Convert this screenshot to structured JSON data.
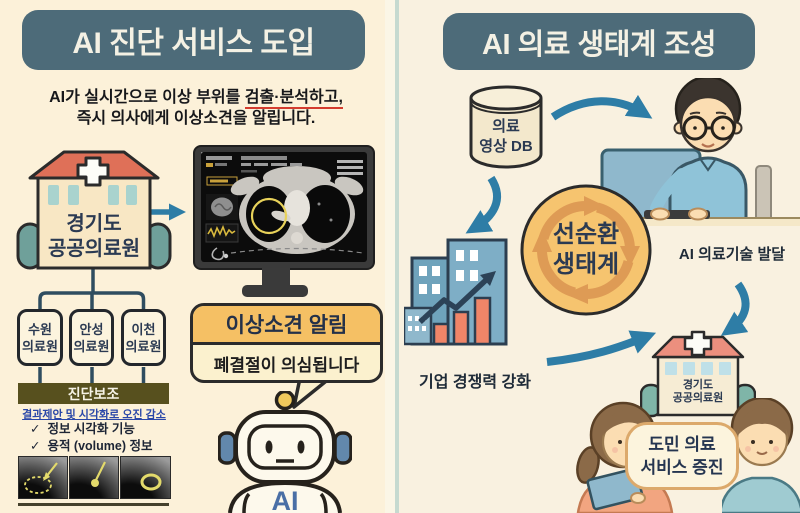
{
  "left_panel": {
    "title": "AI 진단 서비스 도입",
    "subtitle": {
      "line1_normal": "AI가 실시간으로 이상 부위를 ",
      "line1_underlined": "검출·분석하고,",
      "line2": "즉시 의사에게 이상소견을 알립니다."
    },
    "hospital": {
      "line1": "경기도",
      "line2": "공공의료원"
    },
    "branch_hospitals": [
      {
        "line1": "수원",
        "line2": "의료원"
      },
      {
        "line1": "안성",
        "line2": "의료원"
      },
      {
        "line1": "이천",
        "line2": "의료원"
      }
    ],
    "diagnosis_support": {
      "header": "진단보조",
      "benefit": "결과제안 및 시각화로 오진 감소",
      "checkmark": "✓",
      "features": [
        "정보 시각화 기능",
        "용적 (volume) 정보"
      ]
    },
    "alert_bubble": {
      "title": "이상소견 알림",
      "message": "폐결절이 의심됩니다"
    },
    "robot_label": "AI"
  },
  "right_panel": {
    "title": "AI 의료 생태계 조성",
    "database": {
      "line1": "의료",
      "line2": "영상 DB"
    },
    "cycle": {
      "line1": "선순환",
      "line2": "생태계"
    },
    "tech_label": "AI 의료기술 발달",
    "company_label": "기업 경쟁력 강화",
    "hospital": {
      "line1": "경기도",
      "line2": "공공의료원"
    },
    "service_label": {
      "line1": "도민 의료",
      "line2": "서비스 증진"
    }
  },
  "colors": {
    "left_bg": "#FCF1D9",
    "right_bg": "#F9F1E0",
    "title_badge_bg": "#4D6B79",
    "title_badge_text": "#F4F1E4",
    "arrow_blue": "#2E7DA6",
    "roof_coral": "#DF7058",
    "roof_pink": "#EC8F7E",
    "bush_teal": "#6FA09A",
    "navy_text": "#2B3A52",
    "olive_bar": "#57501E",
    "benefit_blue": "#2A47A8",
    "alert_header_bg": "#F5C064",
    "cycle_fill": "#F6C46F",
    "cycle_arrow": "#DE9B55",
    "bar_coral": "#F08568",
    "building_blue": "#7EAEC6",
    "ct_annotation_yellow": "#E8D25A"
  }
}
